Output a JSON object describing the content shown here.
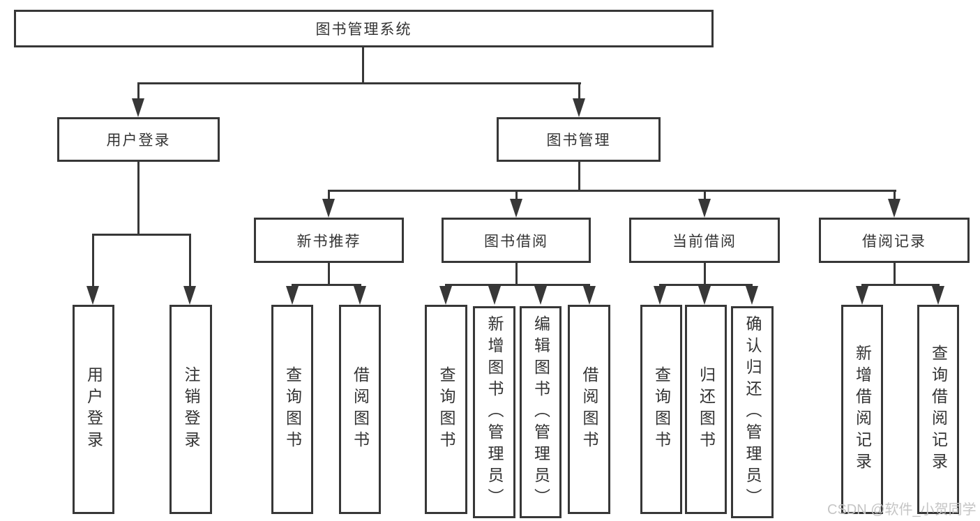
{
  "diagram": {
    "root": {
      "label": "图书管理系统"
    },
    "level2": [
      {
        "label": "用户登录"
      },
      {
        "label": "图书管理"
      }
    ],
    "level3": [
      {
        "label": "新书推荐"
      },
      {
        "label": "图书借阅"
      },
      {
        "label": "当前借阅"
      },
      {
        "label": "借阅记录"
      }
    ],
    "leaves": {
      "user_login": [
        "用户登录",
        "注销登录"
      ],
      "new_book": [
        "查询图书",
        "借阅图书"
      ],
      "book_borrow": [
        "查询图书",
        "新增图书（管理员）",
        "编辑图书（管理员）",
        "借阅图书"
      ],
      "current_borrow": [
        "查询图书",
        "归还图书",
        "确认归还（管理员）"
      ],
      "borrow_record": [
        "新增借阅记录",
        "查询借阅记录"
      ]
    }
  },
  "watermark": {
    "text": "CSDN @软件_小贺同学"
  },
  "colors": {
    "line": "#373737",
    "text": "#333333",
    "background": "#ffffff",
    "watermark": "#c5c5c5"
  }
}
